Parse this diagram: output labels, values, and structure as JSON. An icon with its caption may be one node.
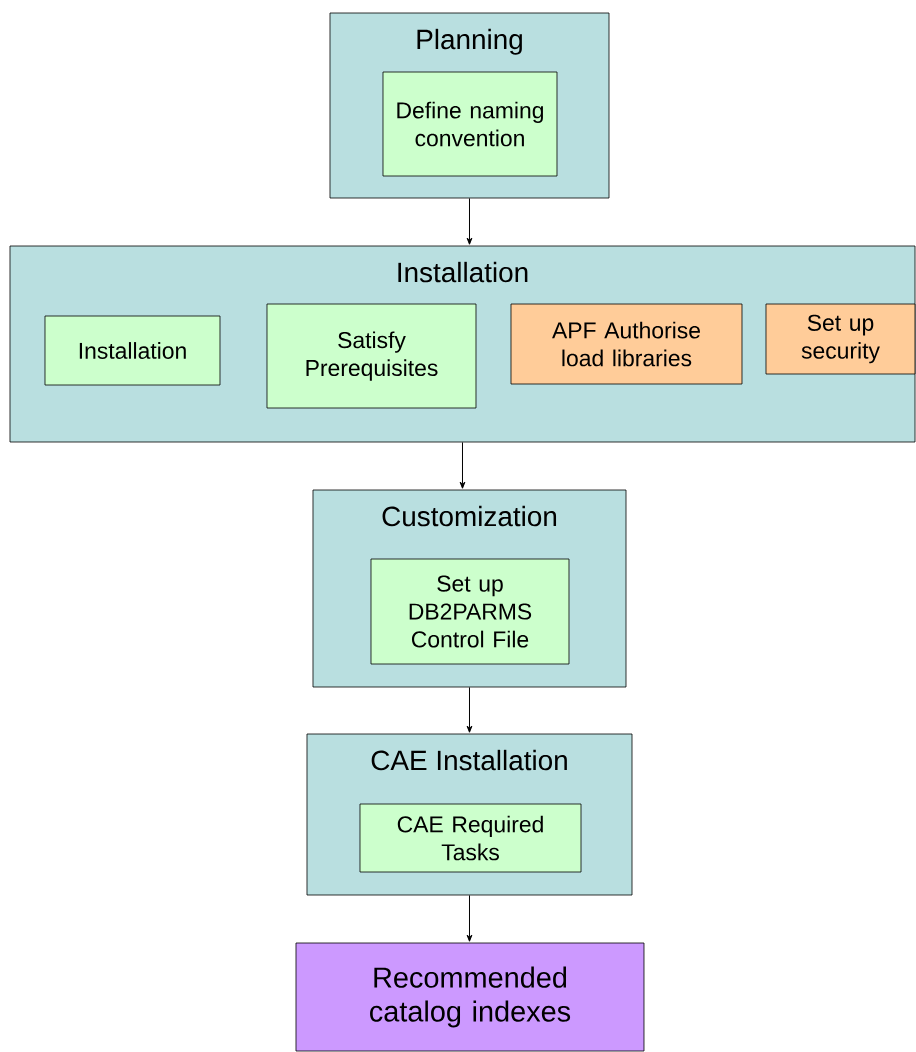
{
  "diagram": {
    "nodes": [
      {
        "text": [
          "Planning"
        ]
      },
      {
        "text": [
          "Define naming convention"
        ],
        "in": 0
      },
      {
        "text": [
          "Installation"
        ]
      },
      {
        "text": [
          "Installation"
        ],
        "in": 2
      },
      {
        "text": [
          "Satisfy Prerequisites"
        ],
        "in": 2
      },
      {
        "text": [
          "APF Authorise load libraries"
        ],
        "in": 2
      },
      {
        "text": [
          "Set up security"
        ],
        "in": 2
      },
      {
        "text": [
          "Customization"
        ]
      },
      {
        "text": [
          "Set up DB2PARMS Control File"
        ],
        "in": 7
      },
      {
        "text": [
          "CAE Installation"
        ]
      },
      {
        "text": [
          "CAE Required Tasks"
        ],
        "in": 9
      },
      {
        "text": [
          "Recommended catalog indexes"
        ]
      }
    ],
    "edges": [
      {
        "from": 0,
        "to": 2,
        "arrow": "to"
      },
      {
        "from": 2,
        "to": 7,
        "arrow": "to"
      },
      {
        "from": 7,
        "to": 9,
        "arrow": "to"
      },
      {
        "from": 9,
        "to": 11,
        "arrow": "to"
      }
    ]
  }
}
